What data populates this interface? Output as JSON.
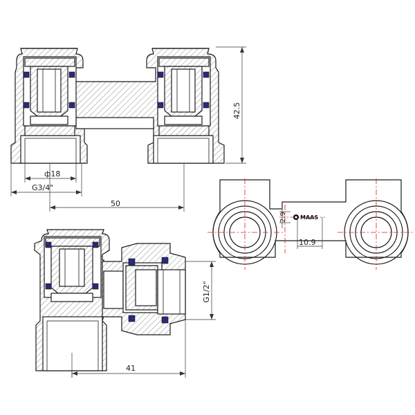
{
  "dimensions": {
    "height_top": "42.5",
    "inner_diameter": "ф18",
    "thread_bottom": "G3/4\"",
    "center_distance": "50",
    "side_length": "41",
    "thread_side": "G1/2\"",
    "small_height": "2.9",
    "small_width": "10.9"
  },
  "brand": {
    "label": "MAAS",
    "icon": "circle-logo-icon"
  },
  "colors": {
    "centerline": "#e01b1b",
    "oring": "#2a2a7a",
    "outline": "#1a1a1a"
  }
}
